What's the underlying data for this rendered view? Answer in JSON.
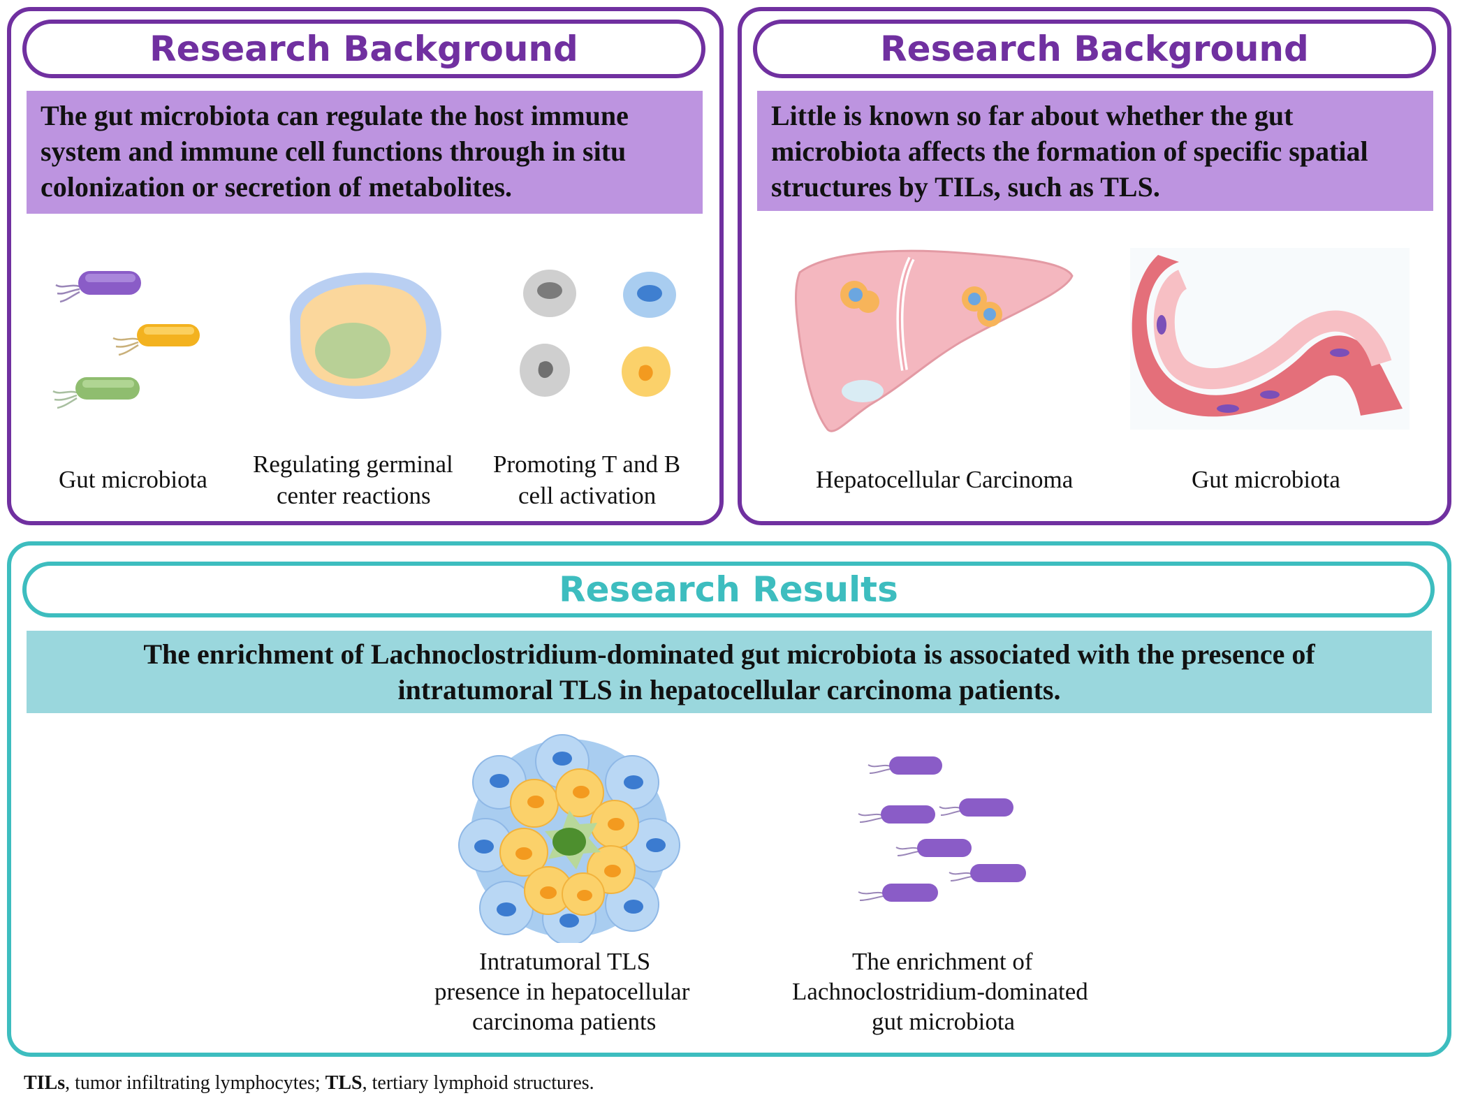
{
  "panel_left": {
    "title": "Research Background",
    "band": "The gut microbiota can regulate the host immune system and immune cell functions through in situ colonization or secretion of metabolites.",
    "captions": {
      "gut": "Gut microbiota",
      "germinal_1": "Regulating germinal",
      "germinal_2": "center reactions",
      "activation_1": "Promoting T and B",
      "activation_2": "cell activation"
    }
  },
  "panel_right": {
    "title": "Research Background",
    "band": "Little is known so far about whether the gut microbiota affects the formation of specific spatial structures by TILs, such as TLS.",
    "captions": {
      "hcc": "Hepatocellular Carcinoma",
      "gut": "Gut microbiota"
    }
  },
  "panel_results": {
    "title": "Research Results",
    "band_1": "The enrichment of  Lachnoclostridium-dominated gut microbiota is associated with the presence of",
    "band_2": "intratumoral TLS in hepatocellular carcinoma patients.",
    "captions": {
      "tls_1": "Intratumoral TLS",
      "tls_2": "presence in hepatocellular",
      "tls_3": "carcinoma patients",
      "enrich_1": "The enrichment of",
      "enrich_2": "Lachnoclostridium-dominated",
      "enrich_3": "gut microbiota"
    }
  },
  "footnote": {
    "tils_abbr": "TILs",
    "tils_def": ", tumor infiltrating lymphocytes; ",
    "tls_abbr": "TLS",
    "tls_def": ", tertiary lymphoid structures."
  },
  "colors": {
    "purple": "#7030a0",
    "teal": "#3dbdbf",
    "band_purple": "#bd94e0",
    "band_teal": "#9ad7dd"
  }
}
